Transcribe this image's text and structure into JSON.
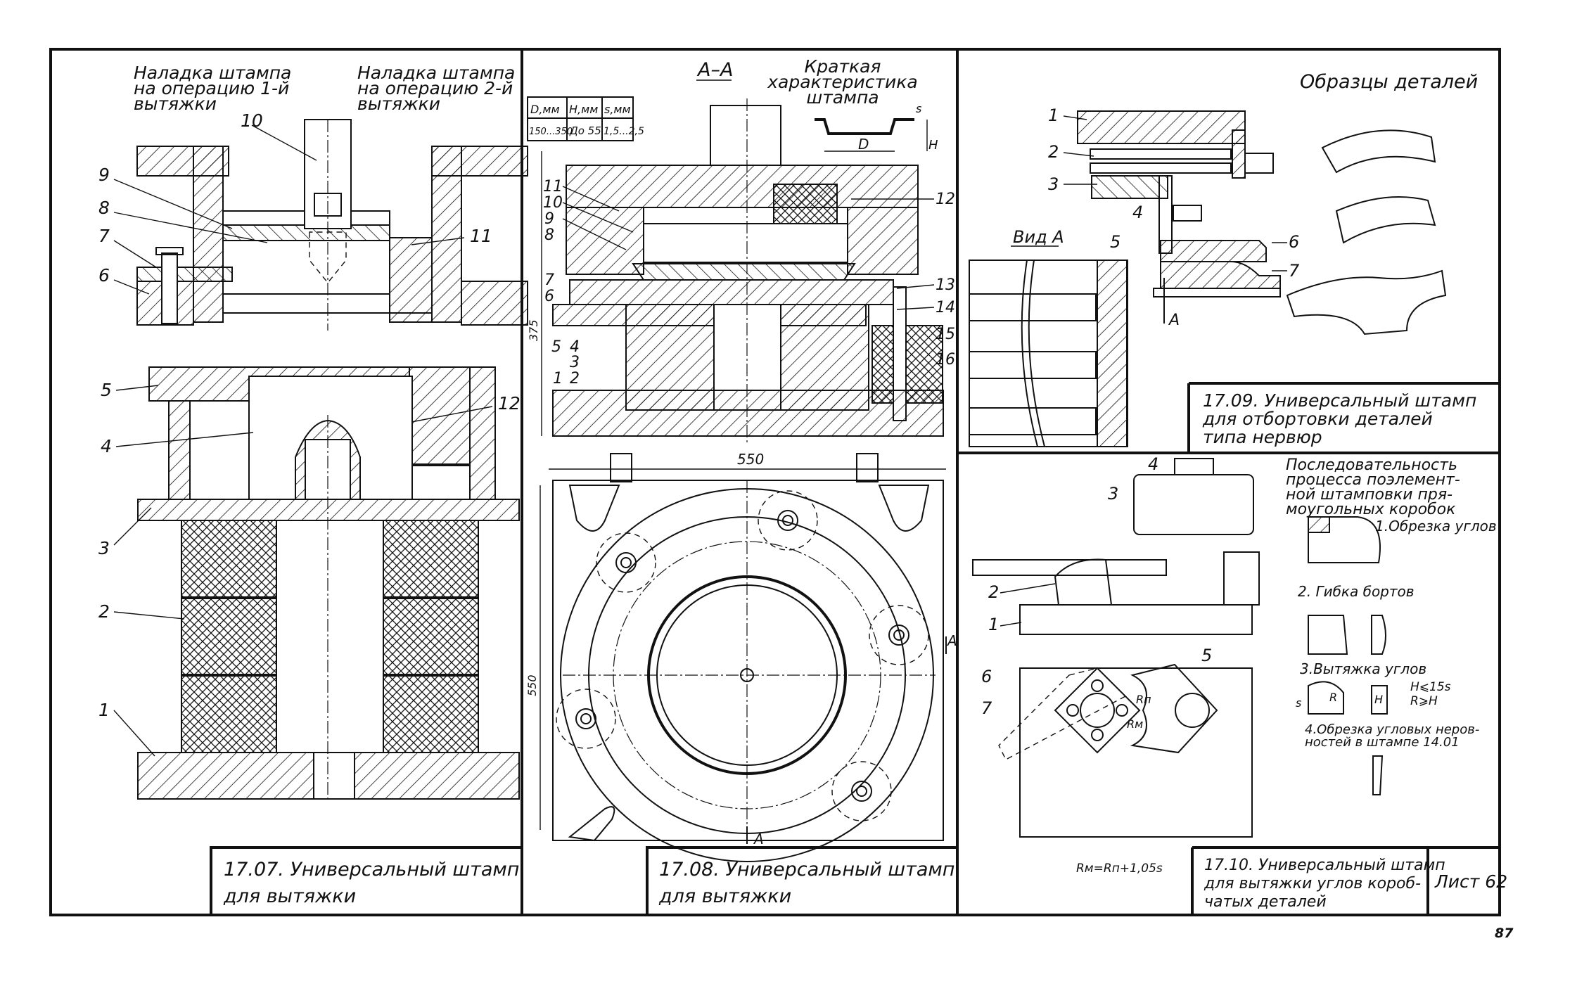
{
  "sheet": {
    "label": "Лист 62",
    "page_number": "87"
  },
  "panel_1707": {
    "setup_1": "Наладка штампа на операцию 1-й вытяжки",
    "setup_2": "Наладка штампа на операцию 2-й вытяжки",
    "caption": "17.07. Универсальный штамп для вытяжки",
    "top_callouts": [
      "10",
      "9",
      "8",
      "7",
      "6",
      "11"
    ],
    "bottom_callouts": [
      "5",
      "4",
      "12",
      "3",
      "2",
      "1"
    ]
  },
  "panel_1708": {
    "section_label": "А–А",
    "spec_title": "Краткая характеристика штампа",
    "spec_table": {
      "headers": [
        "D,мм",
        "H,мм",
        "s,мм"
      ],
      "row": [
        "150...350",
        "До 55",
        "1,5...2,5"
      ]
    },
    "dim_D": "D",
    "dim_H": "H",
    "dim_s": "s",
    "dim_375": "375",
    "dim_550_h": "550",
    "dim_550_v": "550",
    "section_mark": "А",
    "left_callouts": [
      "11",
      "10",
      "9",
      "8",
      "7",
      "6",
      "5",
      "4",
      "3",
      "2",
      "1"
    ],
    "right_callouts": [
      "12",
      "13",
      "14",
      "15",
      "16"
    ],
    "caption": "17.08. Универсальный штамп для вытяжки"
  },
  "panel_1709": {
    "samples_title": "Образцы деталей",
    "view_label": "Вид А",
    "arrow_label": "А",
    "callouts": [
      "1",
      "2",
      "3",
      "4",
      "5",
      "6",
      "7"
    ],
    "caption": "17.09. Универсальный штамп для отбортовки деталей типа нервюр"
  },
  "panel_1710": {
    "sequence_title": "Последовательность процесса поэлементной штамповки прямоугольных коробок",
    "steps": [
      "1.Обрезка углов",
      "2. Гибка бортов",
      "3.Вытяжка углов",
      "4.Обрезка угловых неровностей в штампе 14.01"
    ],
    "conditions": [
      "H⩽15s",
      "R⩾H"
    ],
    "labels": {
      "R": "R",
      "H": "H",
      "s": "s",
      "Rn": "Rп",
      "Rm": "Rм"
    },
    "formula": "Rм=Rп+1,05s",
    "callouts": [
      "4",
      "3",
      "2",
      "1",
      "6",
      "7",
      "5"
    ],
    "caption": "17.10. Универсальный штамп для вытяжки углов коробчатых деталей"
  }
}
